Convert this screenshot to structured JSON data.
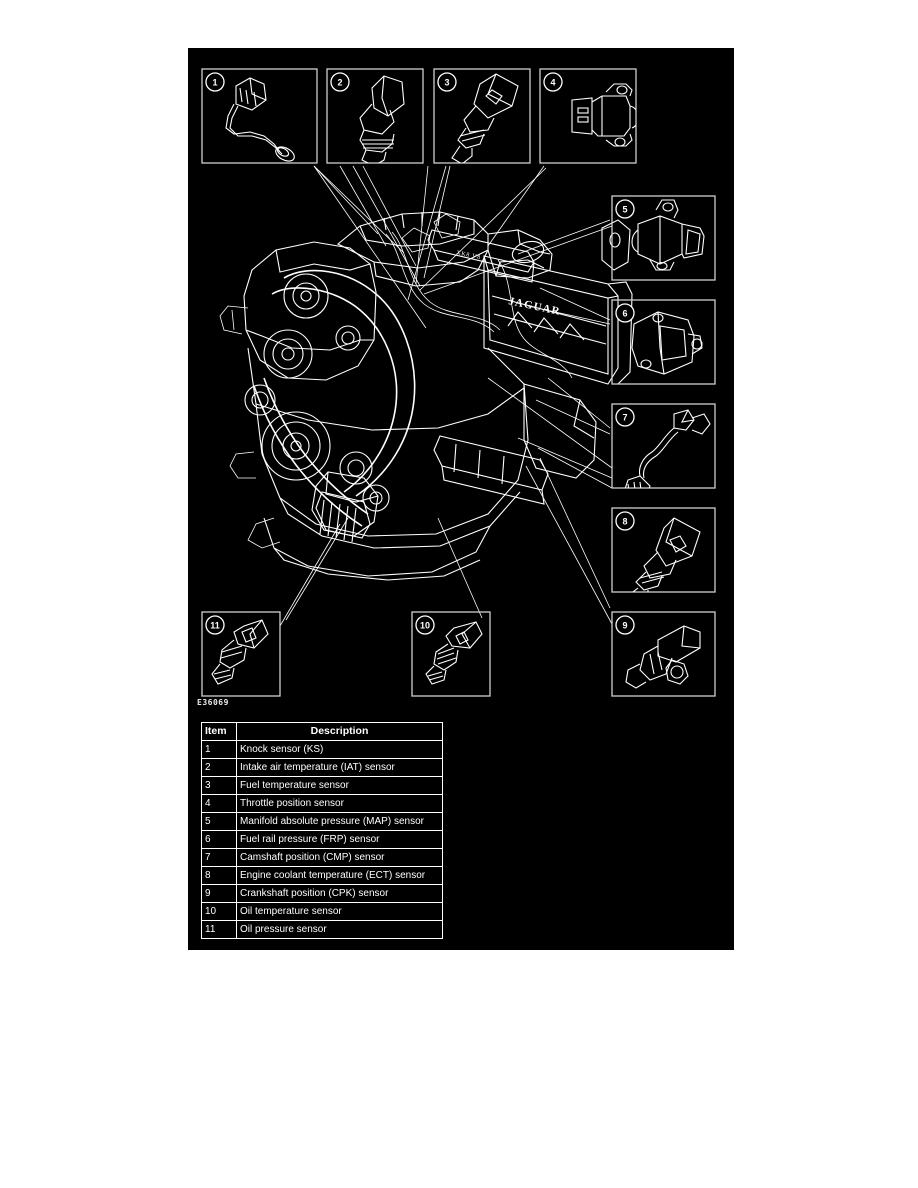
{
  "page": {
    "background": "#ffffff",
    "panel_background": "#000000",
    "line_color": "#ffffff"
  },
  "figure": {
    "code": "E36069",
    "subject": "Jaguar V8 engine sensor locations",
    "engine_brand_text": "JAGUAR",
    "callouts": [
      {
        "number": "1",
        "name": "knock-sensor",
        "label": "Knock sensor (KS)"
      },
      {
        "number": "2",
        "name": "intake-air-temperature-sensor",
        "label": "Intake air temperature (IAT) sensor"
      },
      {
        "number": "3",
        "name": "fuel-temperature-sensor",
        "label": "Fuel temperature sensor"
      },
      {
        "number": "4",
        "name": "throttle-position-sensor",
        "label": "Throttle position sensor"
      },
      {
        "number": "5",
        "name": "map-sensor",
        "label": "Manifold absolute pressure (MAP) sensor"
      },
      {
        "number": "6",
        "name": "fuel-rail-pressure-sensor",
        "label": "Fuel rail pressure (FRP) sensor"
      },
      {
        "number": "7",
        "name": "camshaft-position-sensor",
        "label": "Camshaft position (CMP) sensor"
      },
      {
        "number": "8",
        "name": "engine-coolant-temp-sensor",
        "label": "Engine coolant temperature (ECT) sensor"
      },
      {
        "number": "9",
        "name": "crankshaft-position-sensor",
        "label": "Crankshaft position (CPK) sensor"
      },
      {
        "number": "10",
        "name": "oil-temperature-sensor",
        "label": "Oil temperature sensor"
      },
      {
        "number": "11",
        "name": "oil-pressure-sensor",
        "label": "Oil pressure sensor"
      }
    ]
  },
  "legend": {
    "headers": {
      "item": "Item",
      "description": "Description"
    },
    "rows": [
      {
        "item": "1",
        "description": "Knock sensor (KS)"
      },
      {
        "item": "2",
        "description": "Intake air temperature (IAT) sensor"
      },
      {
        "item": "3",
        "description": "Fuel temperature sensor"
      },
      {
        "item": "4",
        "description": "Throttle position sensor"
      },
      {
        "item": "5",
        "description": "Manifold absolute pressure (MAP) sensor"
      },
      {
        "item": "6",
        "description": "Fuel rail pressure (FRP) sensor"
      },
      {
        "item": "7",
        "description": "Camshaft position (CMP) sensor"
      },
      {
        "item": "8",
        "description": "Engine coolant temperature (ECT) sensor"
      },
      {
        "item": "9",
        "description": "Crankshaft position (CPK) sensor"
      },
      {
        "item": "10",
        "description": "Oil temperature sensor"
      },
      {
        "item": "11",
        "description": "Oil pressure sensor"
      }
    ]
  }
}
